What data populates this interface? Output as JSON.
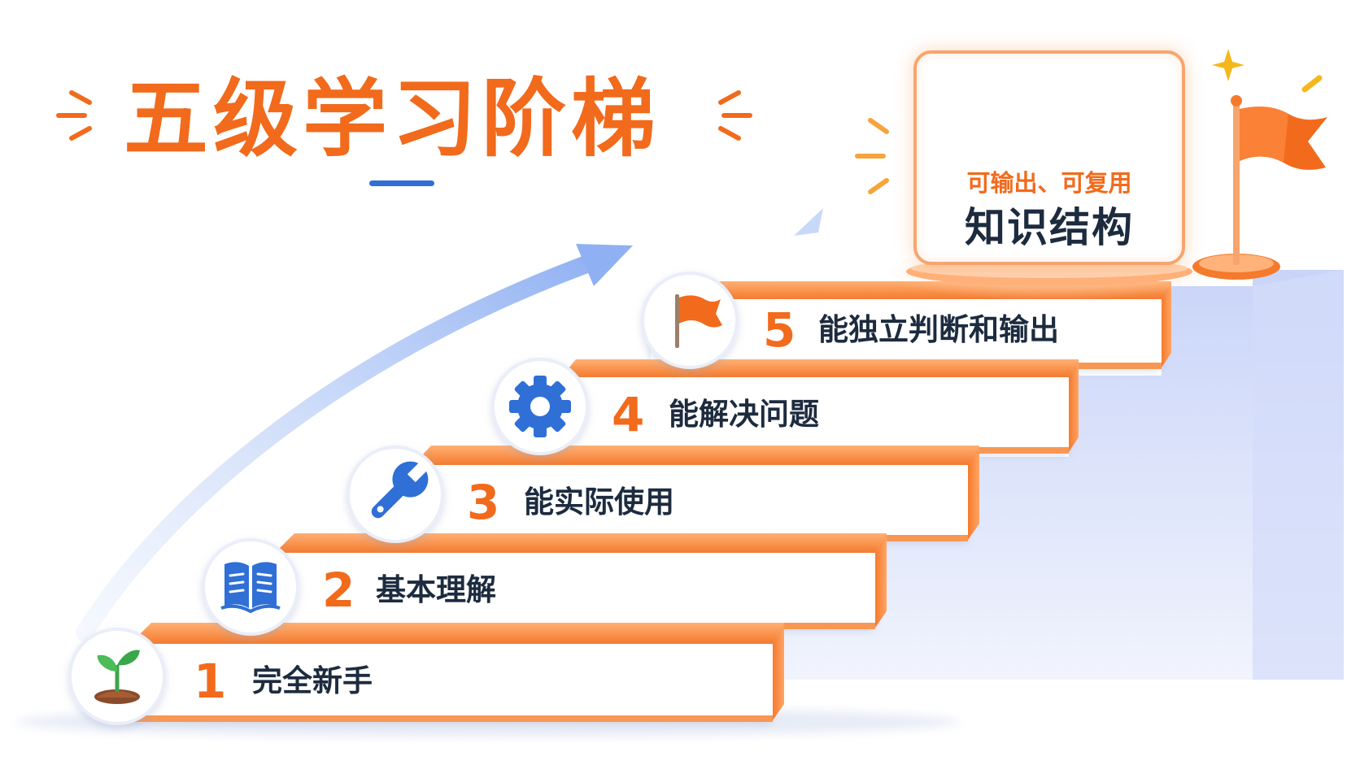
{
  "title": "五级学习阶梯",
  "steps": [
    {
      "number": "1",
      "label": "完全新手",
      "icon": "sprout-icon"
    },
    {
      "number": "2",
      "label": "基本理解",
      "icon": "book-icon"
    },
    {
      "number": "3",
      "label": "能实际使用",
      "icon": "wrench-icon"
    },
    {
      "number": "4",
      "label": "能解决问题",
      "icon": "gear-icon"
    },
    {
      "number": "5",
      "label": "能独立判断和输出",
      "icon": "flag-icon"
    }
  ],
  "goal": {
    "subtitle": "可输出、可复用",
    "title": "知识结构",
    "icon": "cubes-icon"
  },
  "colors": {
    "accent": "#f26a1b",
    "accent_light": "#ffa060",
    "text_dark": "#1d2b3f",
    "icon_blue": "#2f6fd6",
    "arrow_blue": "#b9cdf7",
    "wall": "#dde4fb"
  }
}
